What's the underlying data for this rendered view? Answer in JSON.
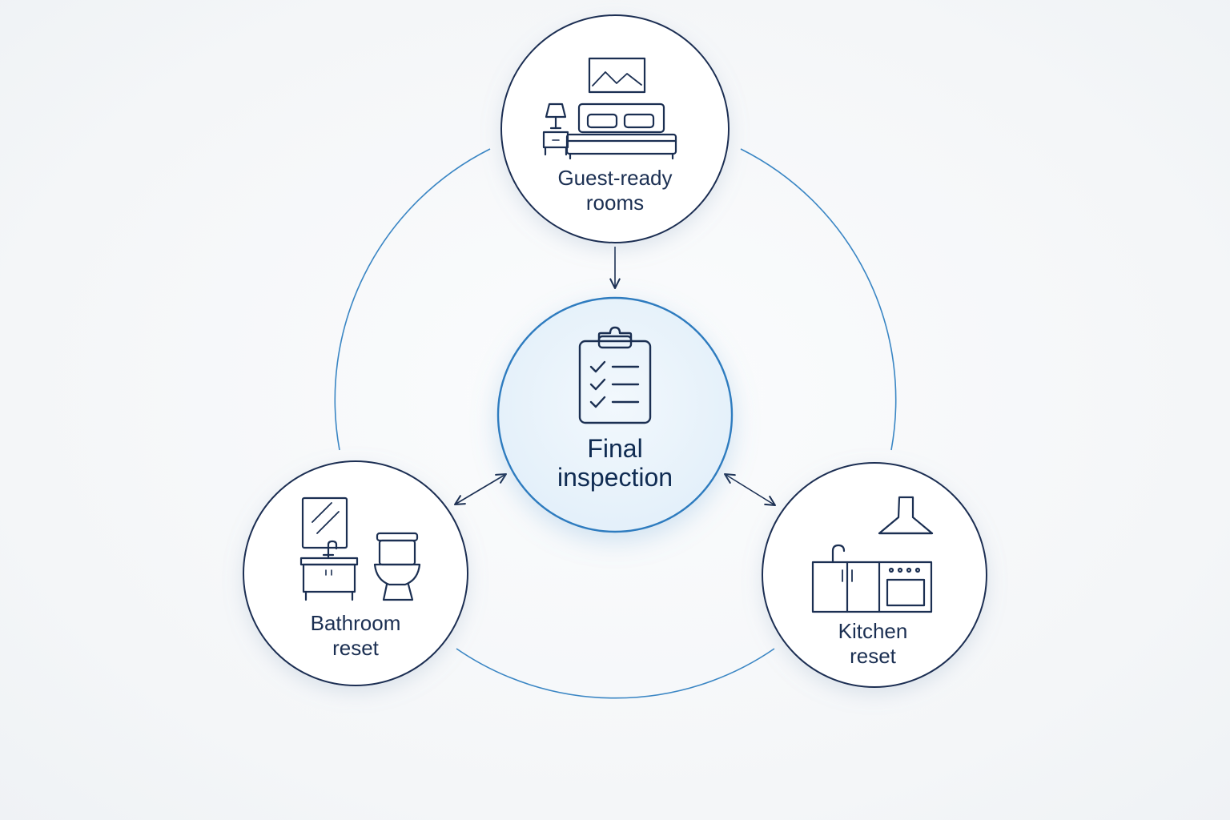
{
  "diagram": {
    "center": {
      "line1": "Final",
      "line2": "inspection",
      "icon": "clipboard-checklist-icon"
    },
    "nodes": [
      {
        "id": "rooms",
        "line1": "Guest-ready",
        "line2": "rooms",
        "icon": "bed-icon"
      },
      {
        "id": "bathroom",
        "line1": "Bathroom",
        "line2": "reset",
        "icon": "bathroom-vanity-toilet-icon"
      },
      {
        "id": "kitchen",
        "line1": "Kitchen",
        "line2": "reset",
        "icon": "kitchen-counter-stove-icon"
      }
    ],
    "colors": {
      "outline": "#1b2f52",
      "accent": "#2e7bbf",
      "center_fill": "#e8f3fb",
      "background": "#f5f7f9"
    }
  }
}
